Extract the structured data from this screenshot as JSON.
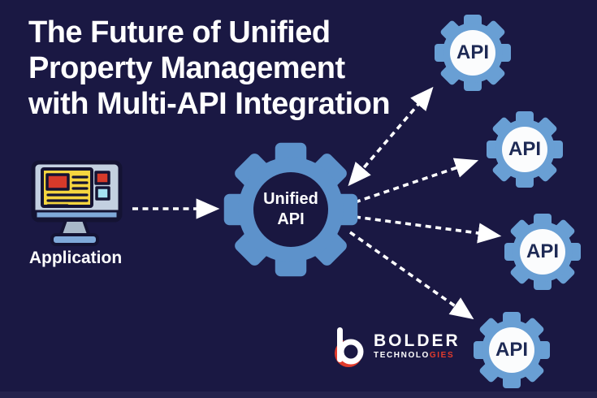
{
  "title": {
    "lines": [
      "The Future of Unified",
      "Property Management",
      "with Multi-API Integration"
    ]
  },
  "application": {
    "label": "Application",
    "icon": "computer-monitor-icon"
  },
  "central_gear": {
    "line1": "Unified",
    "line2": "API"
  },
  "api_gears": [
    {
      "label": "API"
    },
    {
      "label": "API"
    },
    {
      "label": "API"
    },
    {
      "label": "API"
    }
  ],
  "logo": {
    "brand": "BOLDER",
    "sub_prefix": "TECHNOLO",
    "sub_suffix": "GIES"
  },
  "colors": {
    "background": "#1a1843",
    "footer_band": "#24224c",
    "gear_blue_central": "#5d92cb",
    "gear_blue_api": "#699fd4",
    "gear_inner_navy": "#191740",
    "api_circle_white": "#fbfcfd",
    "arrow_white": "#ffffff",
    "title_white": "#ffffff",
    "api_text_navy": "#1e2a55",
    "logo_red": "#e23b2c",
    "monitor_frame": "#c3d0e0",
    "monitor_outline": "#141333",
    "monitor_yellow": "#f5d53f",
    "monitor_red": "#d63a2a",
    "monitor_cyan": "#a5e1f2",
    "monitor_blue": "#7fa9d9",
    "monitor_neck": "#a9b9c9"
  }
}
